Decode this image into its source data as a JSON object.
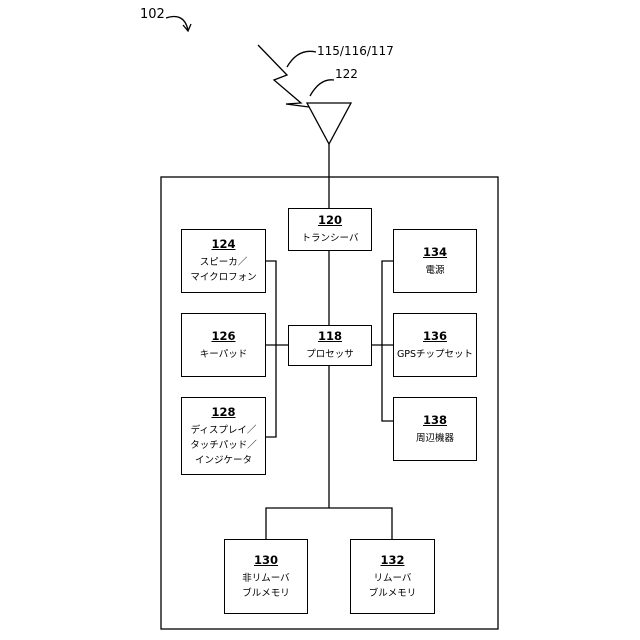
{
  "figure_ref": "102",
  "signal_ref": "115/116/117",
  "antenna_ref": "122",
  "blocks": {
    "transceiver": {
      "num": "120",
      "label": "トランシーバ"
    },
    "processor": {
      "num": "118",
      "label": "プロセッサ"
    },
    "speaker": {
      "num": "124",
      "label": "スピーカ／\nマイクロフォン"
    },
    "keypad": {
      "num": "126",
      "label": "キーパッド"
    },
    "display": {
      "num": "128",
      "label": "ディスプレイ／\nタッチパッド／\nインジケータ"
    },
    "power": {
      "num": "134",
      "label": "電源"
    },
    "gps": {
      "num": "136",
      "label": "GPSチップセット"
    },
    "peripherals": {
      "num": "138",
      "label": "周辺機器"
    },
    "nonremovable": {
      "num": "130",
      "label": "非リムーバ\nブルメモリ"
    },
    "removable": {
      "num": "132",
      "label": "リムーバ\nブルメモリ"
    }
  }
}
